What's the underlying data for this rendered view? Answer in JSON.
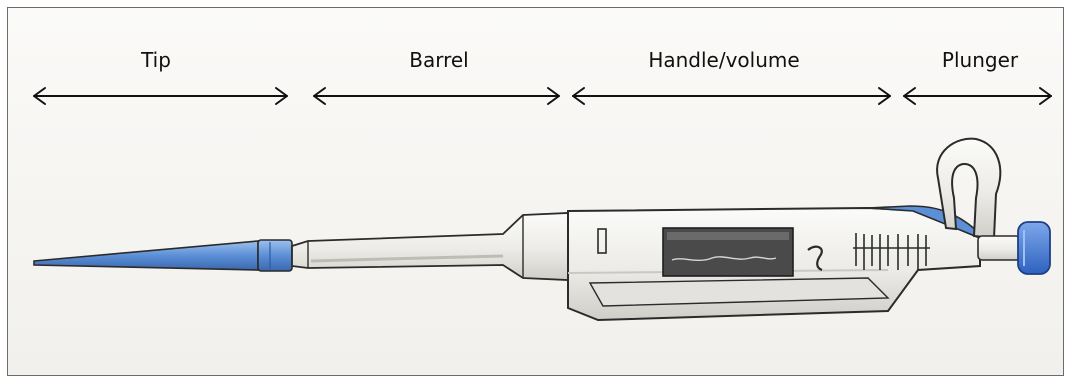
{
  "labels": {
    "tip": "Tip",
    "barrel": "Barrel",
    "handle": "Handle/volume",
    "plunger": "Plunger"
  },
  "colors": {
    "tip_blue": "#5b8fd6",
    "plunger_blue": "#3f78d4",
    "body": "#e9e8e4",
    "outline": "#2b2b2b",
    "window": "#4a4a4a"
  }
}
